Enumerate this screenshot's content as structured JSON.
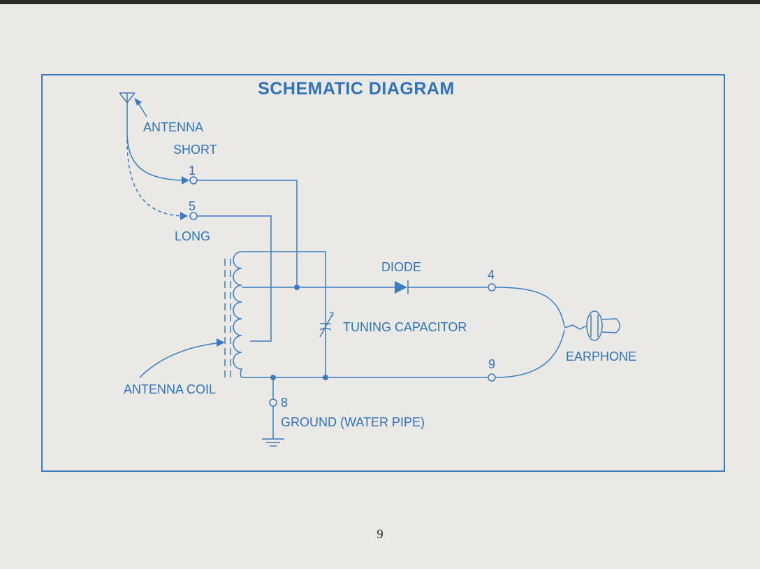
{
  "diagram": {
    "title": "SCHEMATIC  DIAGRAM",
    "labels": {
      "antenna": "ANTENNA",
      "short": "SHORT",
      "long": "LONG",
      "diode": "DIODE",
      "tuning_capacitor": "TUNING CAPACITOR",
      "earphone": "EARPHONE",
      "antenna_coil": "ANTENNA COIL",
      "ground": "GROUND (WATER PIPE)"
    },
    "terminals": {
      "t1": "1",
      "t5": "5",
      "t4": "4",
      "t9": "9",
      "t8": "8"
    },
    "line_color": "#3a7cc2"
  },
  "page": {
    "number": "9"
  }
}
